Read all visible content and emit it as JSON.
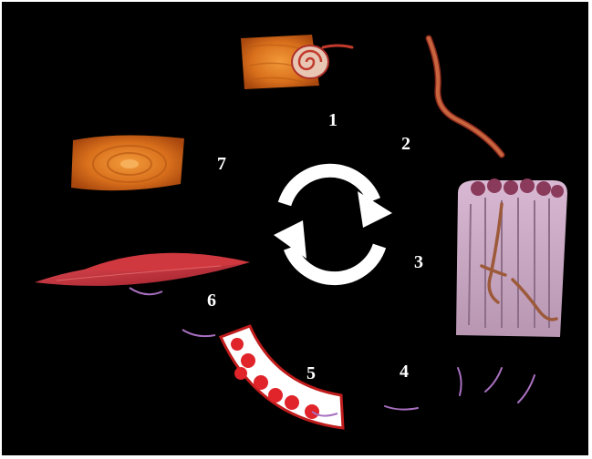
{
  "labels": {
    "step1": "1",
    "step2": "2",
    "step3": "3",
    "step4": "4",
    "step5": "5",
    "step6": "6",
    "step7": "7"
  },
  "colors": {
    "background": "#000000",
    "label": "#ffffff",
    "cycle_arrows": "#ffffff",
    "cyst_tissue": "#d9701c",
    "worm": "#b8553a",
    "muscle": "#c8303a",
    "blood_cell": "#e0242a",
    "larva": "#b070c0",
    "intestine_wall": "#c9a9c4"
  },
  "icons": {
    "center": "cycle-arrows-icon"
  }
}
